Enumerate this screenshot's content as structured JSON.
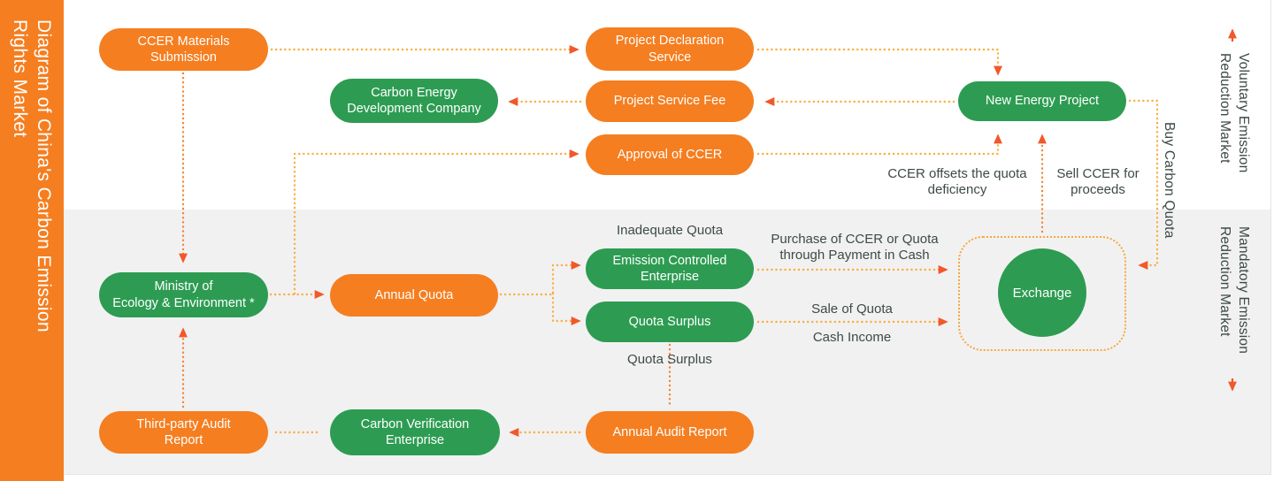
{
  "title": {
    "lines": [
      "Diagram of China's Carbon Emission",
      "Rights Market"
    ]
  },
  "markets": {
    "voluntary": {
      "lines": [
        "Voluntary Emission",
        "Reduction Market"
      ]
    },
    "mandatory": {
      "lines": [
        "Mandatory Emission",
        "Reduction Market"
      ]
    }
  },
  "nodes": {
    "ccer_materials": {
      "lines": [
        "CCER Materials",
        "Submission"
      ],
      "color": "orange"
    },
    "carbon_energy": {
      "lines": [
        "Carbon Energy",
        "Development Company"
      ],
      "color": "green"
    },
    "project_declaration": {
      "lines": [
        "Project Declaration",
        "Service"
      ],
      "color": "orange"
    },
    "project_service_fee": {
      "lines": [
        "Project Service Fee"
      ],
      "color": "orange"
    },
    "approval_ccer": {
      "lines": [
        "Approval of CCER"
      ],
      "color": "orange"
    },
    "new_energy": {
      "lines": [
        "New Energy Project"
      ],
      "color": "green"
    },
    "ministry": {
      "lines": [
        "Ministry of",
        "Ecology & Environment *"
      ],
      "color": "green"
    },
    "annual_quota": {
      "lines": [
        "Annual Quota"
      ],
      "color": "orange"
    },
    "emission_controlled": {
      "lines": [
        "Emission Controlled",
        "Enterprise"
      ],
      "color": "green"
    },
    "quota_surplus": {
      "lines": [
        "Quota Surplus"
      ],
      "color": "green"
    },
    "third_party_audit": {
      "lines": [
        "Third-party Audit",
        "Report"
      ],
      "color": "orange"
    },
    "carbon_verification": {
      "lines": [
        "Carbon Verification",
        "Enterprise"
      ],
      "color": "green"
    },
    "annual_audit": {
      "lines": [
        "Annual Audit Report"
      ],
      "color": "orange"
    },
    "exchange": {
      "lines": [
        "Exchange"
      ],
      "color": "green"
    }
  },
  "edge_labels": {
    "inadequate_quota": "Inadequate Quota",
    "purchase": [
      "Purchase of CCER or Quota",
      "through Payment in Cash"
    ],
    "sale_of_quota": "Sale of Quota",
    "cash_income": "Cash Income",
    "quota_surplus": "Quota Surplus",
    "ccer_offsets": [
      "CCER offsets the quota",
      "deficiency"
    ],
    "sell_ccer": [
      "Sell CCER for",
      "proceeds"
    ],
    "buy_carbon_quota": "Buy Carbon Quota"
  },
  "colors": {
    "node_orange": "#F57E20",
    "node_green": "#2D9C52",
    "line_yellow": "#FBAC3A",
    "line_orange": "#F58232",
    "arrowhead": "#F1582A",
    "mandatory_panel_bg": "#F1F1F2",
    "label_text": "#3D4B42",
    "sidebar_bg": "#F57E20"
  }
}
